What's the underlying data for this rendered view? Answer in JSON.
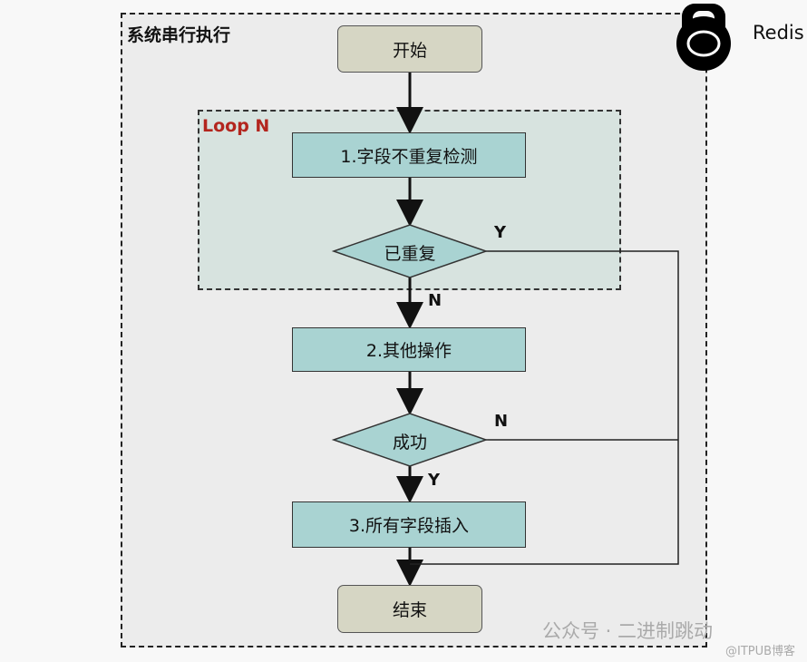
{
  "title": "系统串行执行",
  "loop_label": "Loop N",
  "nodes": {
    "start": "开始",
    "step1": "1.字段不重复检测",
    "decision1": "已重复",
    "step2": "2.其他操作",
    "decision2": "成功",
    "step3": "3.所有字段插入",
    "end": "结束"
  },
  "edges": {
    "d1_yes": "Y",
    "d1_no": "N",
    "d2_no": "N",
    "d2_yes": "Y"
  },
  "brand": "Redis",
  "watermark": "公众号 · 二进制跳动",
  "watermark2": "@ITPUB博客",
  "colors": {
    "process": "#a9d3d2",
    "terminal": "#d6d6c4",
    "loop_label": "#b3261e"
  }
}
